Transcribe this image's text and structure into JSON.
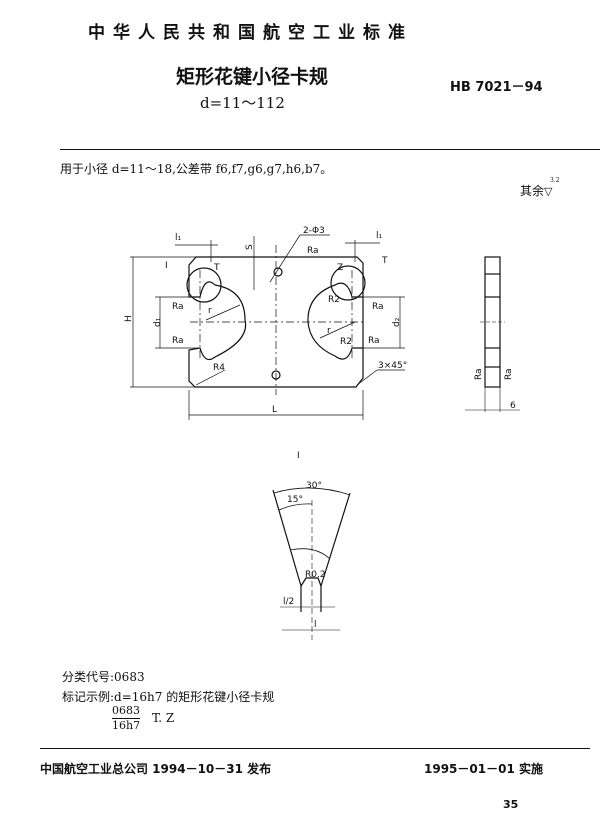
{
  "header": {
    "national_standard": "中华人民共和国航空工业标准",
    "title": "矩形花键小径卡规",
    "subtitle": "d=11～112",
    "code": "HB 7021－94"
  },
  "intro": "用于小径 d=11～18,公差带 f6,f7,g6,g7,h6,b7。",
  "roughness_note": "其余",
  "roughness_value": "3.2",
  "drawing": {
    "labels": {
      "l1_left": "l₁",
      "l1_right": "l₁",
      "s": "S",
      "holes": "2-Φ3",
      "hole_ra": "Ra",
      "detail_I": "I",
      "T_left": "T",
      "Z": "Z",
      "T_right": "T",
      "R2_top": "R2",
      "R2_bottom": "R2",
      "r_left": "r",
      "r_right": "r",
      "d1": "d₁",
      "d2": "d₂",
      "H": "H",
      "L": "L",
      "R4": "R4",
      "chamfer": "3×45°",
      "ra_1": "Ra",
      "ra_2": "Ra",
      "ra_3": "Ra",
      "ra_4": "Ra",
      "side_ra_left": "Ra",
      "side_ra_right": "Ra",
      "thickness": "6"
    },
    "detail": {
      "title": "I",
      "angle_30": "30°",
      "angle_15": "15°",
      "radius": "R0.2",
      "half_l": "l/2",
      "l": "l"
    }
  },
  "classification": "分类代号:0683",
  "marking_example": "标记示例:d=16h7 的矩形花键小径卡规",
  "marking": {
    "numerator": "0683",
    "denominator": "16h7",
    "suffix": "T. Z"
  },
  "footer": {
    "issuer": "中国航空工业总公司 1994－10－31 发布",
    "effective": "1995－01－01 实施",
    "page": "35"
  }
}
